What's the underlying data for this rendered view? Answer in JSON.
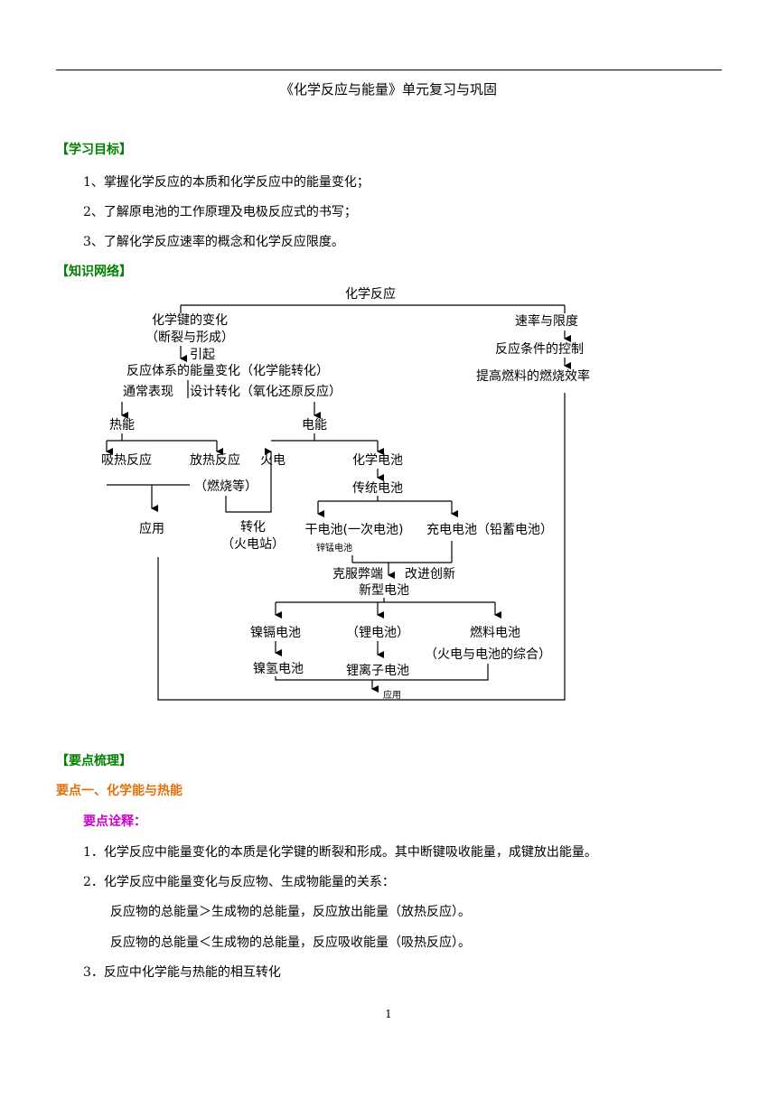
{
  "title": "《化学反应与能量》单元复习与巩固",
  "sections": {
    "objectives_header": "【学习目标】",
    "objectives": [
      "1、掌握化学反应的本质和化学反应中的能量变化；",
      "2、了解原电池的工作原理及电极反应式的书写；",
      "3、了解化学反应速率的概念和化学反应限度。"
    ],
    "network_header": "【知识网络】",
    "points_header": "【要点梳理】",
    "point1_header": "要点一、化学能与热能",
    "point_explain_header": "要点诠释：",
    "point1_items": [
      "1．化学反应中能量变化的本质是化学键的断裂和形成。其中断键吸收能量，成键放出能量。",
      "2．化学反应中能量变化与反应物、生成物能量的关系：",
      "反应物的总能量＞生成物的总能量，反应放出能量（放热反应）。",
      "反应物的总能量＜生成物的总能量，反应吸收能量（吸热反应）。",
      "3．反应中化学能与热能的相互转化"
    ]
  },
  "diagram": {
    "root": "化学反应",
    "bond_change": "化学键的变化",
    "bond_change_sub": "（断裂与形成）",
    "cause": "引起",
    "energy_change": "反应体系的能量变化（化学能转化）",
    "usual": "通常表现",
    "design": "设计转化（氧化还原反应）",
    "heat": "热能",
    "electric": "电能",
    "endo": "吸热反应",
    "exo": "放热反应",
    "combustion": "（燃烧等）",
    "fire_power": "火电",
    "chem_battery": "化学电池",
    "traditional": "传统电池",
    "application": "应用",
    "convert": "转化",
    "power_station": "（火电站）",
    "dry_cell": "干电池(一次电池)",
    "zinc_mn": "锌锰电池",
    "rechargeable": "充电电池（铅蓄电池）",
    "overcome": "克服弊端",
    "improve": "改进创新",
    "new_battery": "新型电池",
    "nicd": "镍镉电池",
    "lithium": "（锂电池）",
    "fuel_cell": "燃料电池",
    "fuel_cell_sub": "（火电与电池的综合）",
    "nimh": "镍氢电池",
    "liion": "锂离子电池",
    "bottom_app": "应用",
    "rate_limit": "速率与限度",
    "control": "反应条件的控制",
    "efficiency": "提高燃料的燃烧效率"
  },
  "page_number": "1"
}
